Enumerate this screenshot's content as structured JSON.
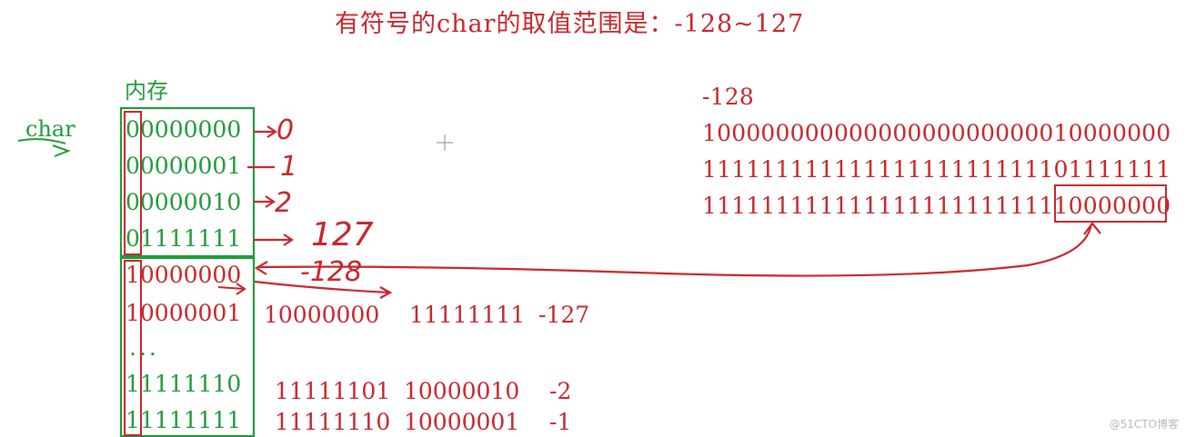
{
  "title": "有符号的char的取值范围是：-128~127",
  "memory_label": "内存",
  "char_label": "char",
  "memory_rows": [
    {
      "bits": "00000000",
      "annotation": "0"
    },
    {
      "bits": "00000001",
      "annotation": "1"
    },
    {
      "bits": "00000010",
      "annotation": "2"
    },
    {
      "bits": "01111111",
      "annotation": "127"
    },
    {
      "bits": "10000000",
      "annotation": "-128"
    },
    {
      "bits": "10000001",
      "annotation": ""
    },
    {
      "bits": "...",
      "annotation": ""
    },
    {
      "bits": "11111110",
      "annotation": ""
    },
    {
      "bits": "11111111",
      "annotation": ""
    }
  ],
  "conversions": [
    {
      "ones_complement": "10000000",
      "original": "11111111",
      "value": "-127"
    },
    {
      "ones_complement": "11111101",
      "original": "10000010",
      "value": "-2"
    },
    {
      "ones_complement": "11111110",
      "original": "10000001",
      "value": "-1"
    }
  ],
  "right_example": {
    "value": "-128",
    "original": "10000000000000000000000010000000",
    "ones_complement": "11111111111111111111111101111111",
    "complement_prefix": "111111111111111111111111",
    "complement_low_byte": "10000000"
  },
  "watermark": "@51CTO博客",
  "colors": {
    "red": "#c8262b",
    "green": "#1f9b3a"
  }
}
